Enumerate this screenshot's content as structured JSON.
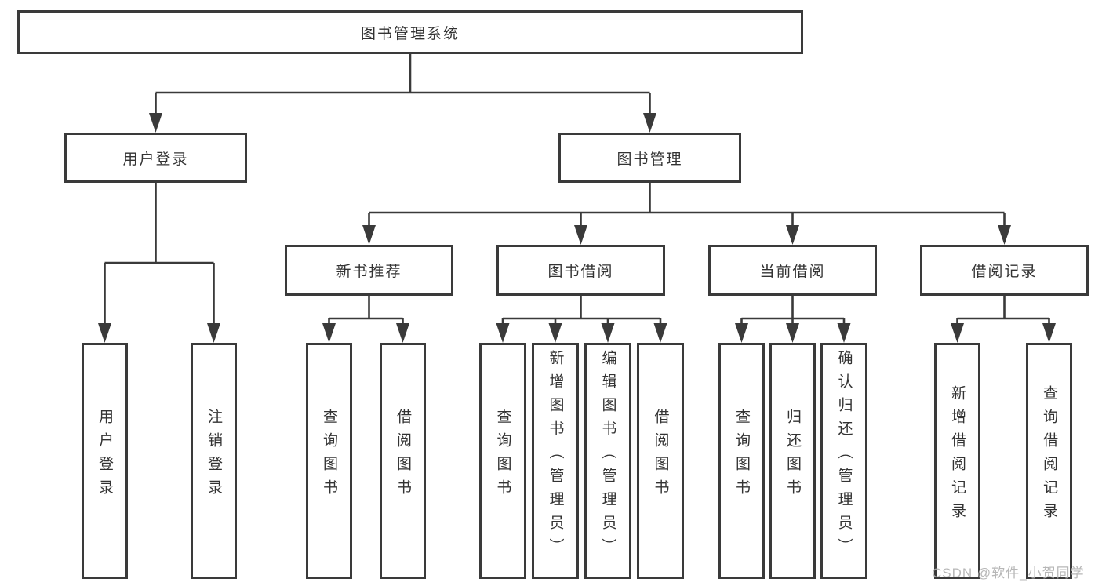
{
  "diagram": {
    "tree": {
      "id": "root",
      "label": "图书管理系统",
      "children": [
        {
          "id": "user-login-module",
          "label": "用户登录",
          "children": [
            {
              "id": "leaf-user-login",
              "label": "用户登录",
              "vertical": true
            },
            {
              "id": "leaf-logout",
              "label": "注销登录",
              "vertical": true
            }
          ]
        },
        {
          "id": "book-management",
          "label": "图书管理",
          "children": [
            {
              "id": "new-book-recommend",
              "label": "新书推荐",
              "children": [
                {
                  "id": "nbr-query-books",
                  "label": "查询图书",
                  "vertical": true
                },
                {
                  "id": "nbr-borrow-books",
                  "label": "借阅图书",
                  "vertical": true
                }
              ]
            },
            {
              "id": "book-borrowing",
              "label": "图书借阅",
              "children": [
                {
                  "id": "bb-query-books",
                  "label": "查询图书",
                  "vertical": true
                },
                {
                  "id": "bb-add-books",
                  "label": "新增图书（管理员）",
                  "vertical": true
                },
                {
                  "id": "bb-edit-books",
                  "label": "编辑图书（管理员）",
                  "vertical": true
                },
                {
                  "id": "bb-borrow-books",
                  "label": "借阅图书",
                  "vertical": true
                }
              ]
            },
            {
              "id": "current-borrowing",
              "label": "当前借阅",
              "children": [
                {
                  "id": "cb-query-books",
                  "label": "查询图书",
                  "vertical": true
                },
                {
                  "id": "cb-return-books",
                  "label": "归还图书",
                  "vertical": true
                },
                {
                  "id": "cb-confirm-return",
                  "label": "确认归还（管理员）",
                  "vertical": true
                }
              ]
            },
            {
              "id": "borrowing-records",
              "label": "借阅记录",
              "children": [
                {
                  "id": "br-add-record",
                  "label": "新增借阅记录",
                  "vertical": true
                },
                {
                  "id": "br-query-record",
                  "label": "查询借阅记录",
                  "vertical": true
                }
              ]
            }
          ]
        }
      ]
    }
  },
  "watermark": {
    "text": "CSDN @软件_小贺同学"
  },
  "colors": {
    "line": "#3a3a3a",
    "text": "#333333",
    "background": "#ffffff",
    "watermark": "#b0b0b0"
  }
}
